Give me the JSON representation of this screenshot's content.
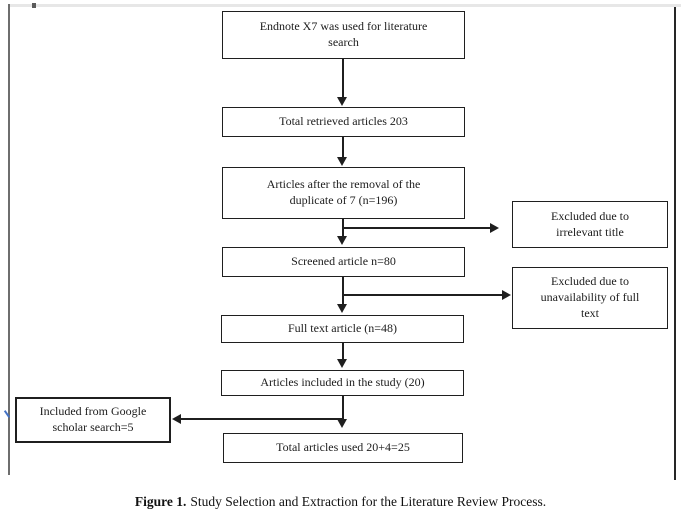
{
  "page": {
    "background": "#ffffff",
    "left_edge_color": "#6e6e6e",
    "right_edge_color": "#262626",
    "top_band_color": "#e7e7e7",
    "annotation_mark_color": "#4472c4",
    "line_color": "#1f1f1f"
  },
  "flowchart": {
    "main_nodes": [
      {
        "label": "Endnote X7 was used for literature\nsearch"
      },
      {
        "label": "Total retrieved articles 203"
      },
      {
        "label": "Articles after the removal of the\nduplicate of 7 (n=196)"
      },
      {
        "label": "Screened article n=80"
      },
      {
        "label": "Full text article (n=48)"
      },
      {
        "label": "Articles included in the study (20)"
      },
      {
        "label": "Total articles used 20+4=25"
      }
    ],
    "right_nodes": [
      {
        "label": "Excluded due to\nirrelevant title"
      },
      {
        "label": "Excluded due to\nunavailability of full\ntext"
      }
    ],
    "left_node": {
      "label": "Included from Google\nscholar search=5"
    }
  },
  "caption": {
    "label": "Figure 1.",
    "text": "Study Selection and Extraction for the Literature Review Process."
  }
}
